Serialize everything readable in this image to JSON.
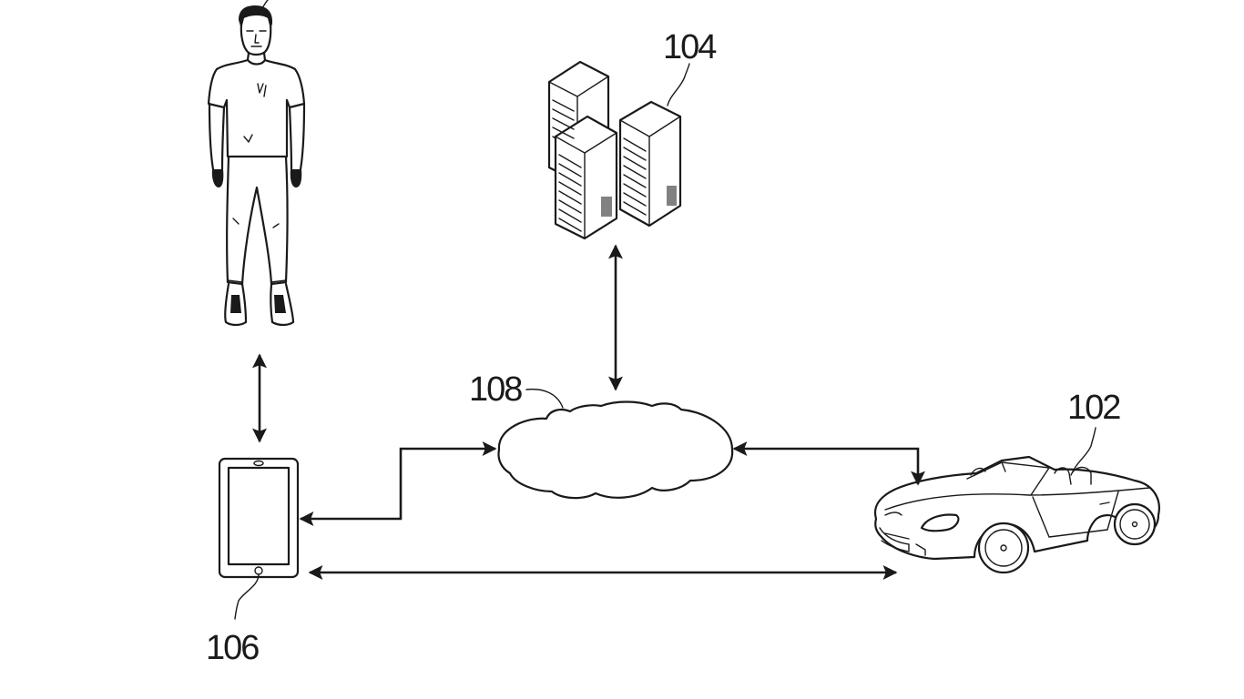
{
  "diagram": {
    "type": "system-block-diagram",
    "style": "patent-drawing",
    "colors": {
      "ink": "#1a1a1a",
      "background": "#ffffff"
    },
    "nodes": [
      {
        "id": "user",
        "depiction": "person-standing",
        "label": ""
      },
      {
        "id": "server",
        "depiction": "server-racks",
        "label": "104"
      },
      {
        "id": "network",
        "depiction": "cloud",
        "label": "108"
      },
      {
        "id": "vehicle",
        "depiction": "convertible-car",
        "label": "102"
      },
      {
        "id": "mobile_device",
        "depiction": "tablet",
        "label": "106"
      }
    ],
    "connections": [
      {
        "from": "user",
        "to": "mobile_device",
        "direction": "bidirectional"
      },
      {
        "from": "server",
        "to": "network",
        "direction": "bidirectional"
      },
      {
        "from": "mobile_device",
        "to": "network",
        "direction": "bidirectional"
      },
      {
        "from": "network",
        "to": "vehicle",
        "direction": "bidirectional"
      },
      {
        "from": "mobile_device",
        "to": "vehicle",
        "direction": "bidirectional"
      }
    ]
  }
}
